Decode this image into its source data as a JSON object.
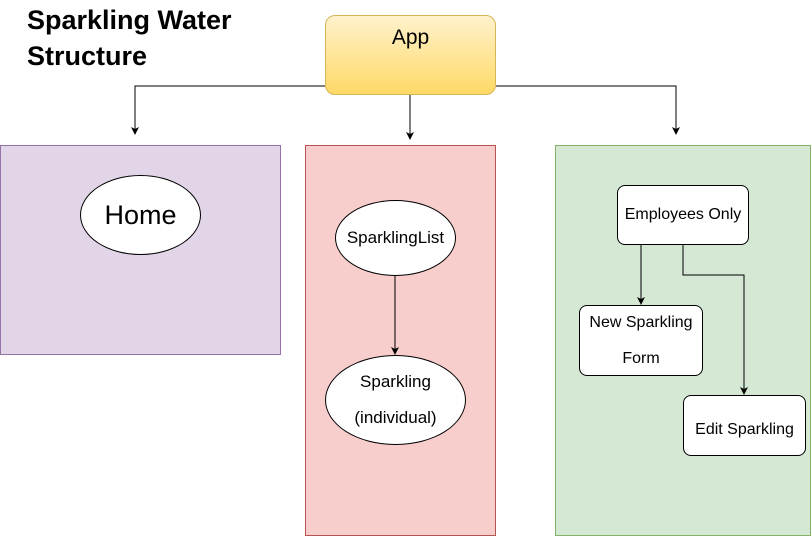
{
  "diagram": {
    "title_line1": "Sparkling Water",
    "title_line2": "Structure",
    "root": "App",
    "home": "Home",
    "sparkling_list": "SparklingList",
    "sparkling_line1": "Sparkling",
    "sparkling_line2": "(individual)",
    "employees_only": "Employees Only",
    "new_line1": "New Sparkling",
    "new_line2": "Form",
    "edit": "Edit Sparkling"
  },
  "colors": {
    "app_fill_top": "#fff2cc",
    "app_fill_bottom": "#ffd966",
    "home_panel": "#e1d5e7",
    "list_panel": "#f8cecc",
    "employees_panel": "#d5e8d4"
  }
}
